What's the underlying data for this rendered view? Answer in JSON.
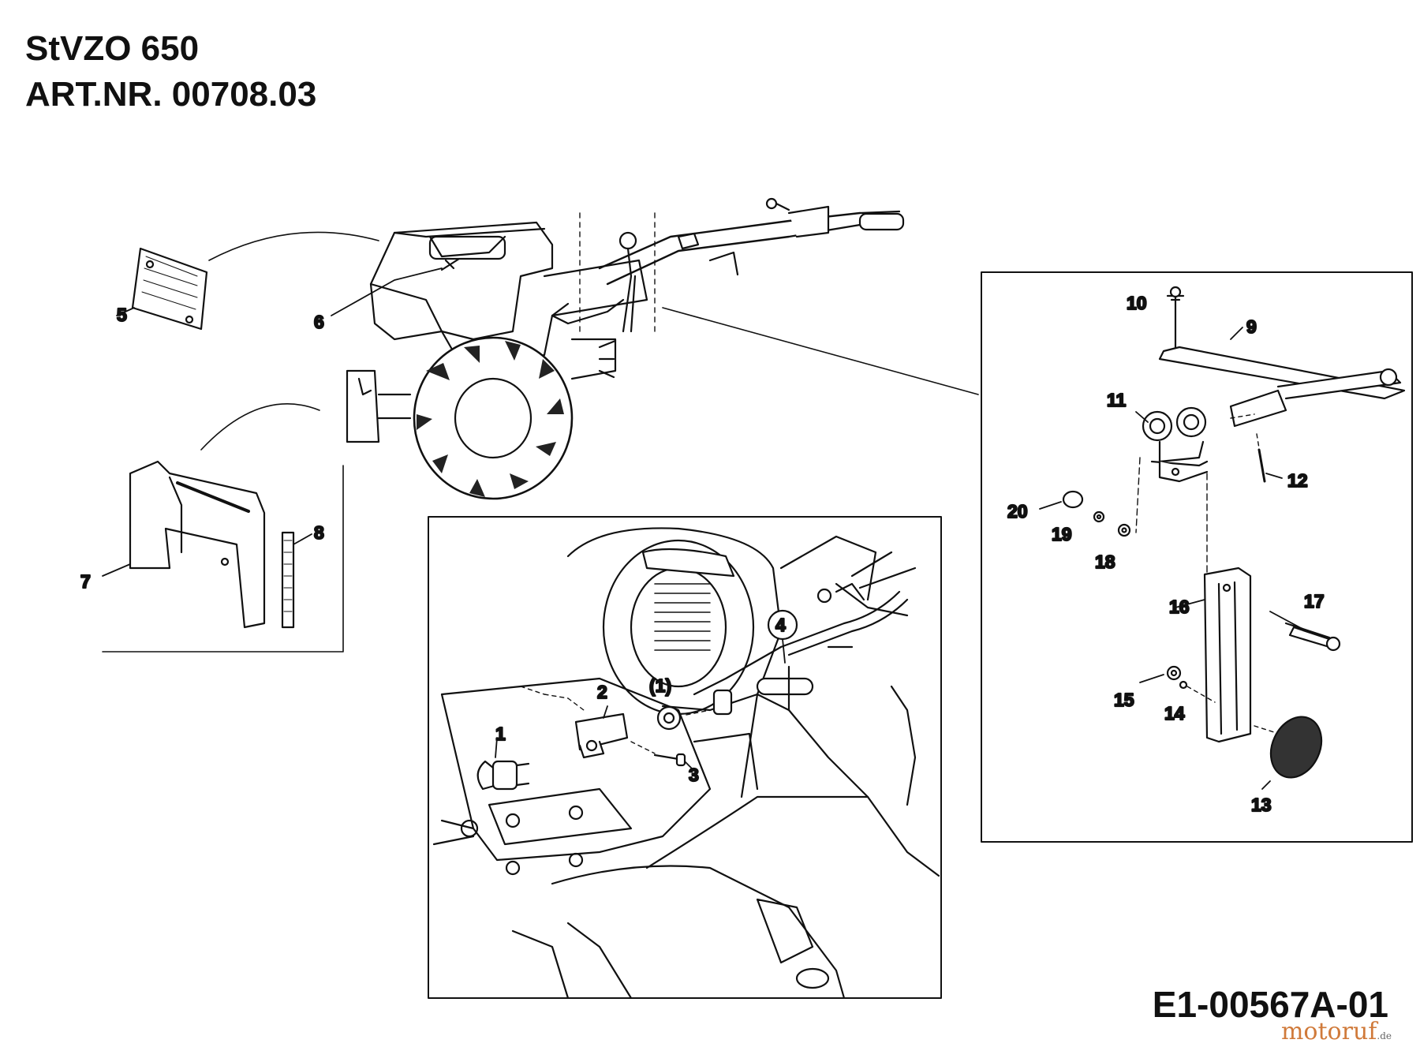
{
  "header": {
    "model": "StVZO 650",
    "article_number": "ART.NR. 00708.03"
  },
  "diagram_code": "E1-00567A-01",
  "watermark": {
    "brand": "motoruf",
    "suffix": ".de"
  },
  "callouts": {
    "c1": "1",
    "c2": "2",
    "c3": "3",
    "c4": "4",
    "c1_paren": "(1)",
    "c5": "5",
    "c6": "6",
    "c7": "7",
    "c8": "8",
    "c9": "9",
    "c10": "10",
    "c11": "11",
    "c12": "12",
    "c13": "13",
    "c14": "14",
    "c15": "15",
    "c16": "16",
    "c17": "17",
    "c18": "18",
    "c19": "19",
    "c20": "20"
  },
  "colors": {
    "line": "#111111",
    "watermark": "#d07a3a"
  }
}
